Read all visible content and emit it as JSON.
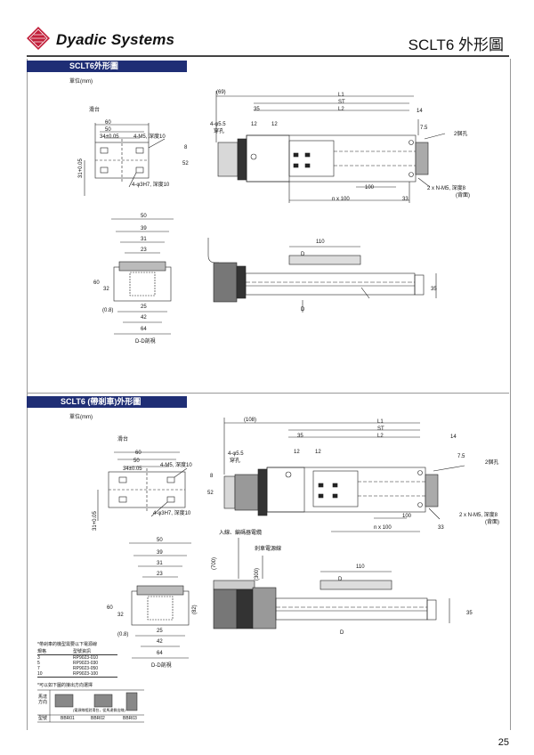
{
  "header": {
    "brand": "Dyadic Systems",
    "page_title": "SCLT6 外形圖",
    "logo_color": "#c21f3a"
  },
  "section1": {
    "title": "SCLT6外形圖",
    "unit": "單位(mm)",
    "labels": {
      "slider": "滑台",
      "w60": "60",
      "w50": "50",
      "tol": "34±0.05",
      "m5": "4-M5, 深度10",
      "pin": "4-φ3H7, 深度10",
      "side_h": "31+0.05",
      "d69": "(69)",
      "L1": "L1",
      "ST": "ST",
      "L2": "L2",
      "d35": "35",
      "d12a": "12",
      "d12b": "12",
      "d14": "14",
      "d75": "7.5",
      "hole": "4-φ5.5",
      "hole_note": "穿孔",
      "d8": "8",
      "d52": "52",
      "m5b": "2 x N-M5, 深度8",
      "m5b_note": "(背面)",
      "d100": "100",
      "nx100": "n x 100",
      "d33": "33",
      "two_sides": "2個孔",
      "f50": "50",
      "f39": "39",
      "f31": "31",
      "f23": "23",
      "f60": "60",
      "f32": "32",
      "f08": "(0.8)",
      "f25": "25",
      "f42": "42",
      "f64": "64",
      "dview": "D-D剖視",
      "s110": "110",
      "sD1": "D",
      "sD2": "D",
      "s35": "35"
    }
  },
  "section2": {
    "title": "SCLT6 (帶剎車)外形圖",
    "unit": "單位(mm)",
    "labels": {
      "slider": "滑台",
      "w60": "60",
      "w50": "50",
      "tol": "34±0.05",
      "m5": "4-M5, 深度10",
      "pin": "4-φ3H7, 深度10",
      "side_h": "31+0.05",
      "d108": "(108)",
      "L1": "L1",
      "ST": "ST",
      "L2": "L2",
      "d35": "35",
      "d12a": "12",
      "d12b": "12",
      "d14": "14",
      "d75": "7.5",
      "hole": "4-φ5.5",
      "hole_note": "穿孔",
      "d8": "8",
      "d52": "52",
      "m5b": "2 x N-M5, 深度8",
      "m5b_note": "(背面)",
      "d100": "100",
      "nx100": "n x 100",
      "d33": "33",
      "two_sides": "2個孔",
      "brake_inlet": "剎車電源線",
      "motor_line": "入線、編碼器電纜",
      "d700": "(700)",
      "d300": "(300)",
      "d82": "(82)",
      "f50": "50",
      "f39": "39",
      "f31": "31",
      "f23": "23",
      "f60": "60",
      "f32": "32",
      "f08": "(0.8)",
      "f25": "25",
      "f42": "42",
      "f64": "64",
      "dview": "D-D剖視",
      "s110": "110",
      "sD1": "D",
      "sD2": "D",
      "s35": "35"
    },
    "resistor_note": "*帶剎車的機型需要以下電源線",
    "resistor_table": {
      "head": [
        "規格",
        "型號資訊"
      ],
      "rows": [
        [
          "3",
          "RP9023-010"
        ],
        [
          "5",
          "RP9023-030"
        ],
        [
          "7",
          "RP9023-050"
        ],
        [
          "10",
          "RP9023-100"
        ]
      ]
    },
    "exit_note": "*可以如下圖的接出方向選擇",
    "exit_labels": [
      "馬達方向",
      "BBR01",
      "BBR02",
      "BBR03",
      "型號"
    ],
    "exit_mid_note": "(電源線相對滑台，從馬達側出線)"
  },
  "page_number": "25"
}
